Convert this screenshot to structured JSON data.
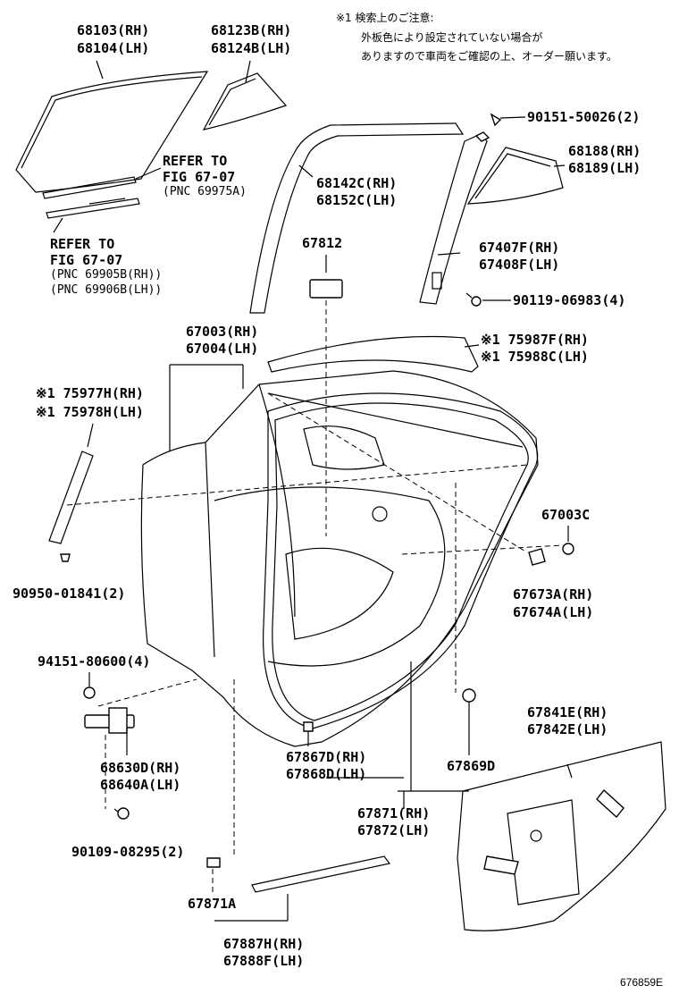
{
  "note": {
    "line1": "※1 検索上のご注意:",
    "line2": "外板色により設定されていない場合が",
    "line3": "ありますので車両をご確認の上、オーダー願います。"
  },
  "labels": {
    "l68103": "68103(RH)",
    "l68104": "68104(LH)",
    "l68123b": "68123B(RH)",
    "l68124b": "68124B(LH)",
    "ref1_a": "REFER TO",
    "ref1_b": "FIG 67-07",
    "ref1_c": "(PNC 69975A)",
    "ref2_a": "REFER TO",
    "ref2_b": "FIG 67-07",
    "ref2_c": "(PNC 69905B(RH))",
    "ref2_d": "(PNC 69906B(LH))",
    "l90151": "90151-50026(2)",
    "l68188": "68188(RH)",
    "l68189": "68189(LH)",
    "l68142c": "68142C(RH)",
    "l68152c": "68152C(LH)",
    "l67812": "67812",
    "l67407f": "67407F(RH)",
    "l67408f": "67408F(LH)",
    "l90119": "90119-06983(4)",
    "l67003": "67003(RH)",
    "l67004": "67004(LH)",
    "l75987f": "※1 75987F(RH)",
    "l75988c": "※1 75988C(LH)",
    "l75977h": "※1 75977H(RH)",
    "l75978h": "※1 75978H(LH)",
    "l67003c": "67003C",
    "l90950": "90950-01841(2)",
    "l67673a": "67673A(RH)",
    "l67674a": "67674A(LH)",
    "l94151": "94151-80600(4)",
    "l67841e": "67841E(RH)",
    "l67842e": "67842E(LH)",
    "l68630d": "68630D(RH)",
    "l68640a": "68640A(LH)",
    "l67867d": "67867D(RH)",
    "l67868d": "67868D(LH)",
    "l67869d": "67869D",
    "l67871": "67871(RH)",
    "l67872": "67872(LH)",
    "l90109": "90109-08295(2)",
    "l67871a": "67871A",
    "l67887h": "67887H(RH)",
    "l67888f": "67888F(LH)"
  },
  "figure_code": "676859E"
}
